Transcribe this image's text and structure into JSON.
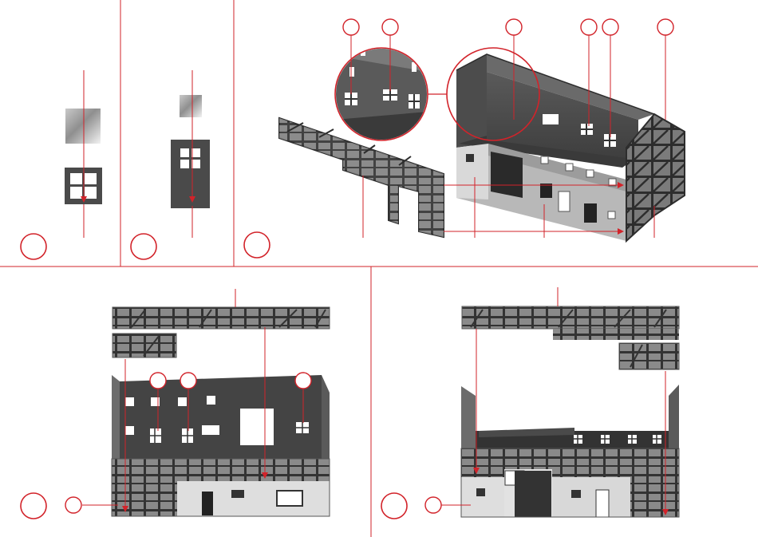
{
  "instructions": {
    "panel_count": 5,
    "panels": [
      {
        "id": "step-window-glazing",
        "step_label": "",
        "callouts": []
      },
      {
        "id": "step-door-glazing",
        "step_label": "",
        "callouts": []
      },
      {
        "id": "step-interior-walls-and-gable",
        "step_label": "",
        "callouts": [
          "",
          "",
          "",
          "",
          "",
          ""
        ]
      },
      {
        "id": "step-front-timber-frame",
        "step_label": "",
        "callouts": [
          "",
          "",
          "",
          ""
        ]
      },
      {
        "id": "step-rear-timber-frame",
        "step_label": "",
        "callouts": [
          ""
        ]
      }
    ]
  },
  "colors": {
    "accent": "#d2232a",
    "wall_dark": "#4a4a4a",
    "wall_mid": "#8a8a8a",
    "wall_light": "#d6d6d6",
    "stucco": "#e2e2e2",
    "frame_dark": "#2d2d2d"
  },
  "icons": [
    "step-circle-icon",
    "callout-circle-icon",
    "arrow-icon",
    "magnifier-circle-icon"
  ]
}
